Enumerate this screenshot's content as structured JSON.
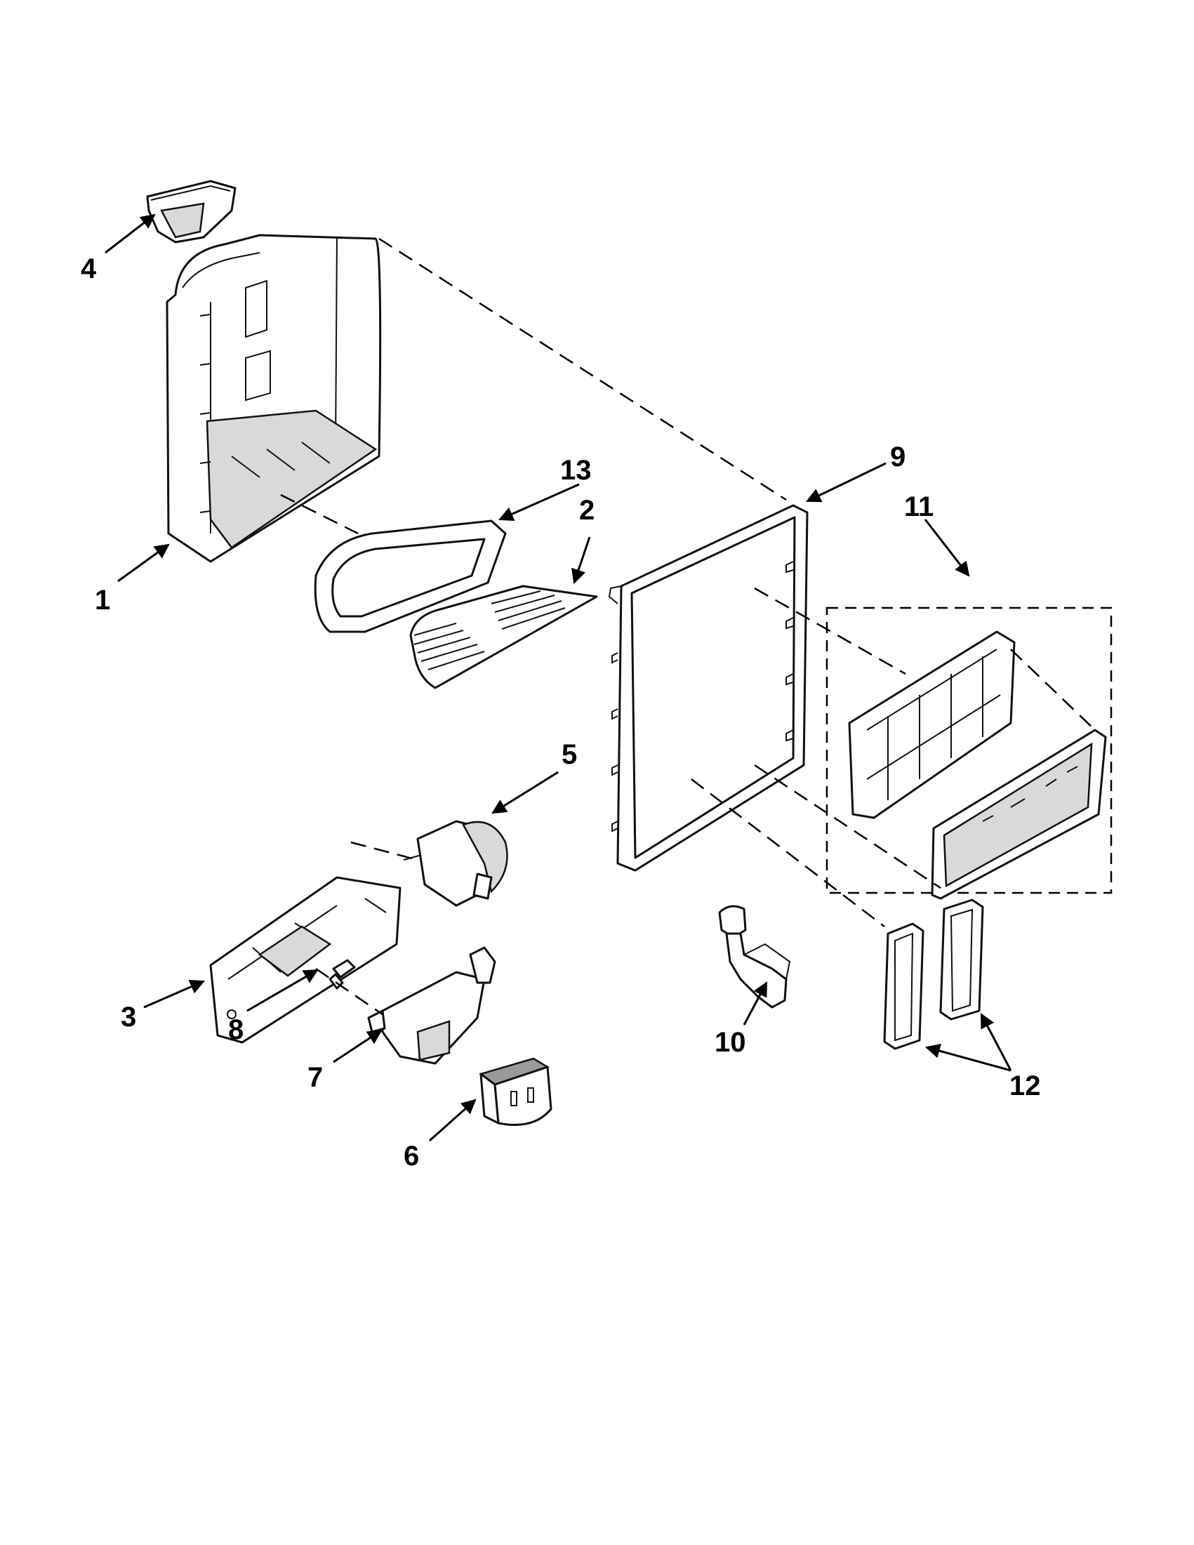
{
  "callouts": [
    "1",
    "2",
    "3",
    "4",
    "5",
    "6",
    "7",
    "8",
    "9",
    "10",
    "11",
    "12",
    "13"
  ],
  "colors": {
    "line": "#111111",
    "background": "#ffffff",
    "shade": "#d9d9d9"
  }
}
